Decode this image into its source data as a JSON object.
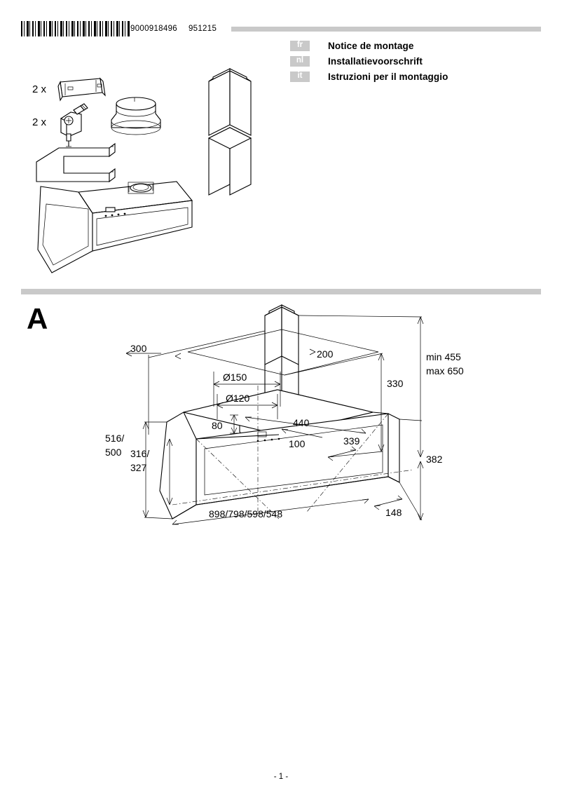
{
  "document": {
    "barcode_number": "9000918496",
    "barcode_date": "951215",
    "page_number": "- 1 -",
    "section_label": "A"
  },
  "languages": [
    {
      "code": "fr",
      "title": "Notice de montage"
    },
    {
      "code": "nl",
      "title": "Installatievoorschrift"
    },
    {
      "code": "it",
      "title": "Istruzioni per il montaggio"
    }
  ],
  "parts": [
    {
      "quantity": "2 x",
      "name": "wall-rail"
    },
    {
      "quantity": "2 x",
      "name": "bracket-screw"
    },
    {
      "name": "reducer-ring"
    },
    {
      "name": "mounting-bracket"
    },
    {
      "name": "chimney-flue"
    },
    {
      "name": "cooker-hood"
    }
  ],
  "dimensions": {
    "d300": "300",
    "d200": "200",
    "d150": "Ø150",
    "d120": "Ø120",
    "d440": "440",
    "d80": "80",
    "d100": "100",
    "d330": "330",
    "min455": "min 455",
    "max650": "max 650",
    "d339": "339",
    "d382": "382",
    "d516_500_a": "516/",
    "d516_500_b": "500",
    "d316_327_a": "316/",
    "d316_327_b": "327",
    "width_options": "898/798/598/548",
    "d148": "148"
  },
  "colors": {
    "divider_gray": "#c9c9c9",
    "line_black": "#000000",
    "page_white": "#ffffff"
  }
}
